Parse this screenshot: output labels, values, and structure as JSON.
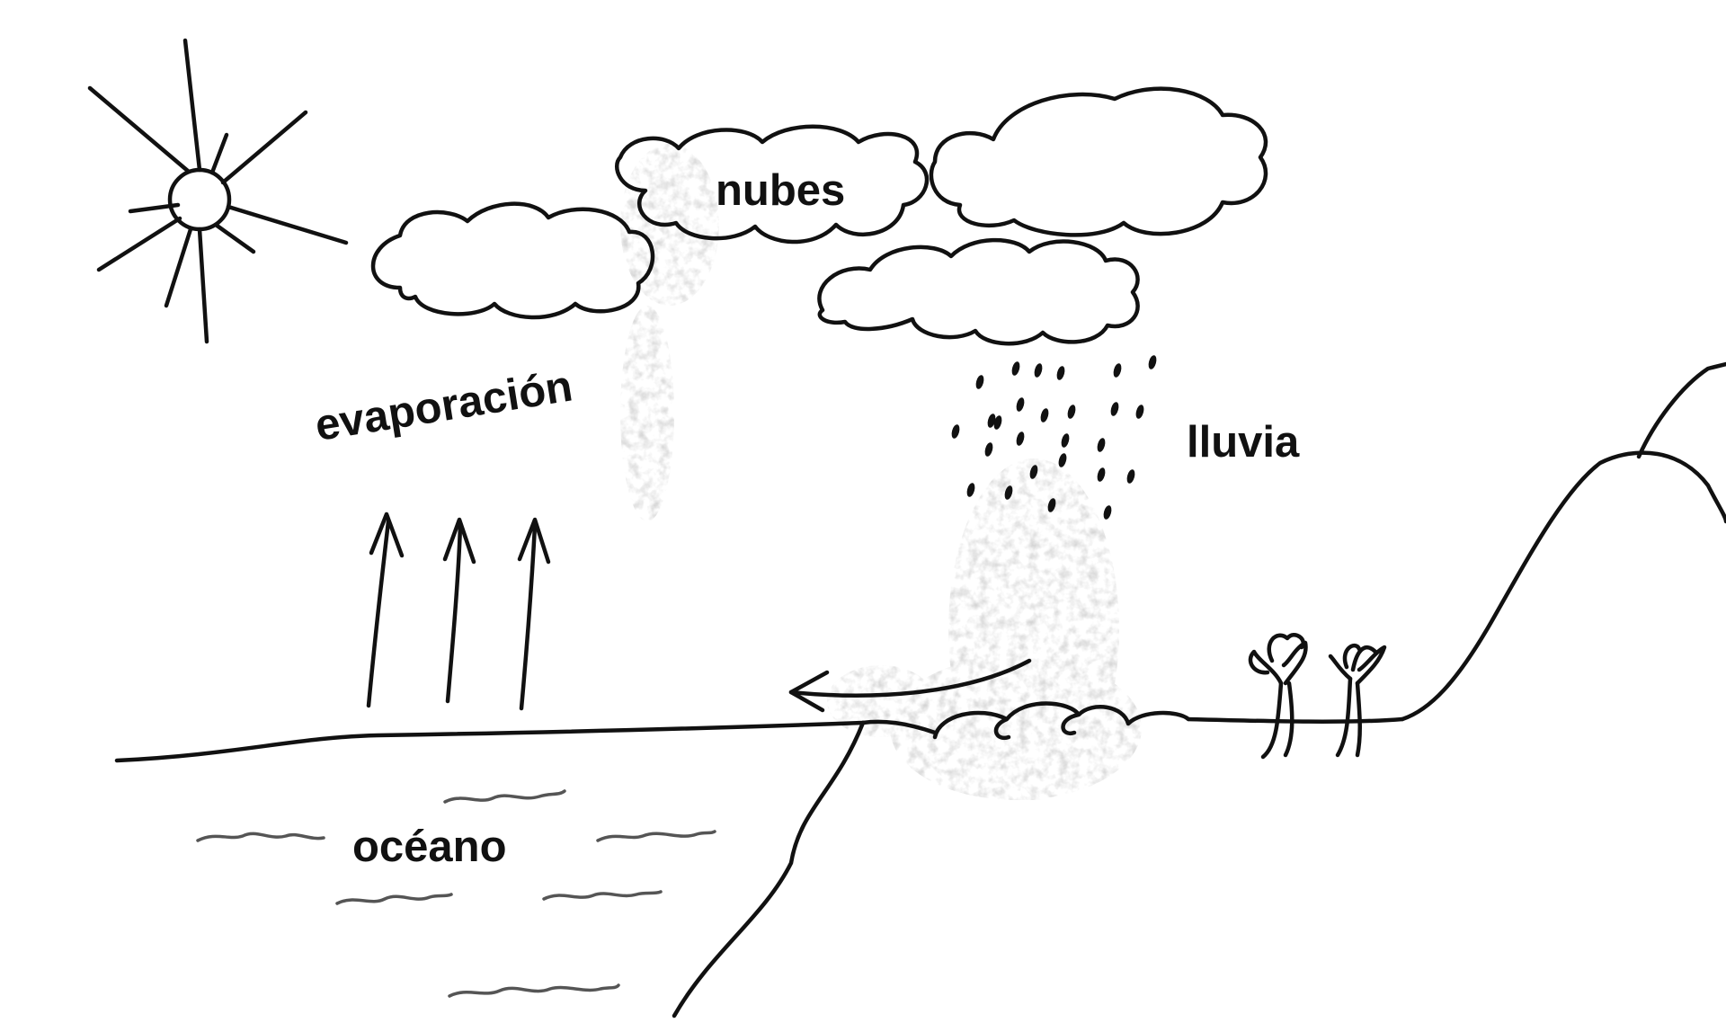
{
  "labels": {
    "clouds": "nubes",
    "evaporation": "evaporación",
    "rain": "lluvia",
    "ocean": "océano"
  },
  "colors": {
    "ink": "#111111",
    "wave": "#555555",
    "shading": "#9a9a9a",
    "background": "#ffffff"
  },
  "icons": [
    "sun-icon",
    "cloud-icon",
    "raindrop-icon",
    "arrow-icon",
    "tree-icon",
    "mountain-icon",
    "wave-icon"
  ]
}
